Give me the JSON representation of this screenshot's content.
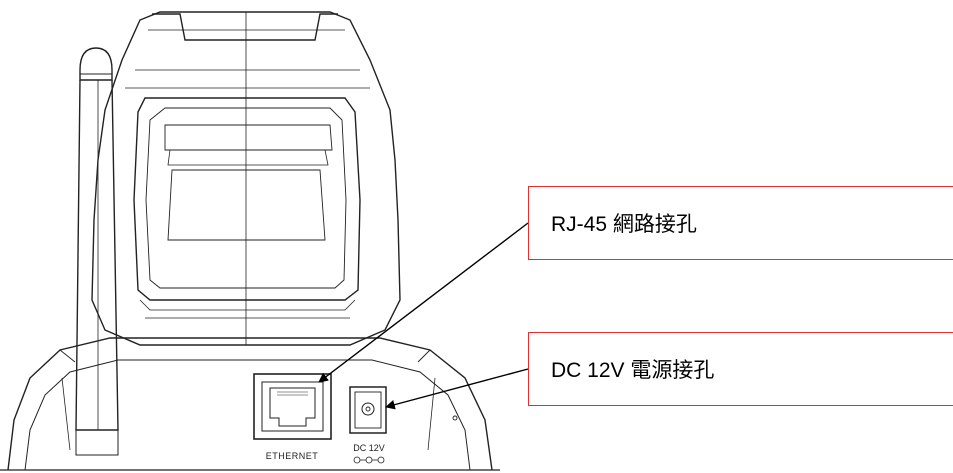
{
  "callouts": {
    "rj45": "RJ-45 網路接孔",
    "dc": "DC 12V 電源接孔"
  },
  "device": {
    "ethernet_label": "ETHERNET",
    "dc_label": "DC 12V"
  },
  "colors": {
    "callout_border": "#e03030",
    "line": "#1a1a1a"
  }
}
